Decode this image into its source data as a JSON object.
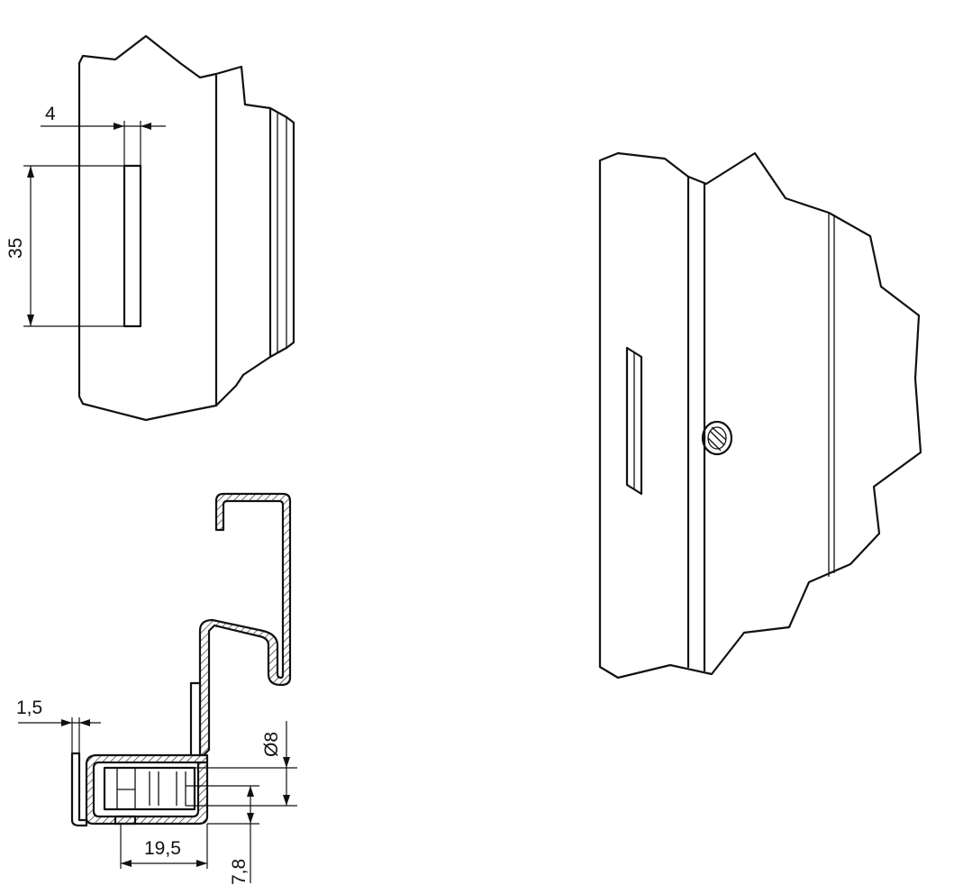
{
  "dimensions": {
    "slot_width": "4",
    "slot_length": "35",
    "sheet_thickness": "1,5",
    "hole_diameter": "Ø8",
    "base_width": "19,5",
    "hole_offset": "7,8"
  },
  "colors": {
    "line": "#111111",
    "background": "#ffffff"
  }
}
